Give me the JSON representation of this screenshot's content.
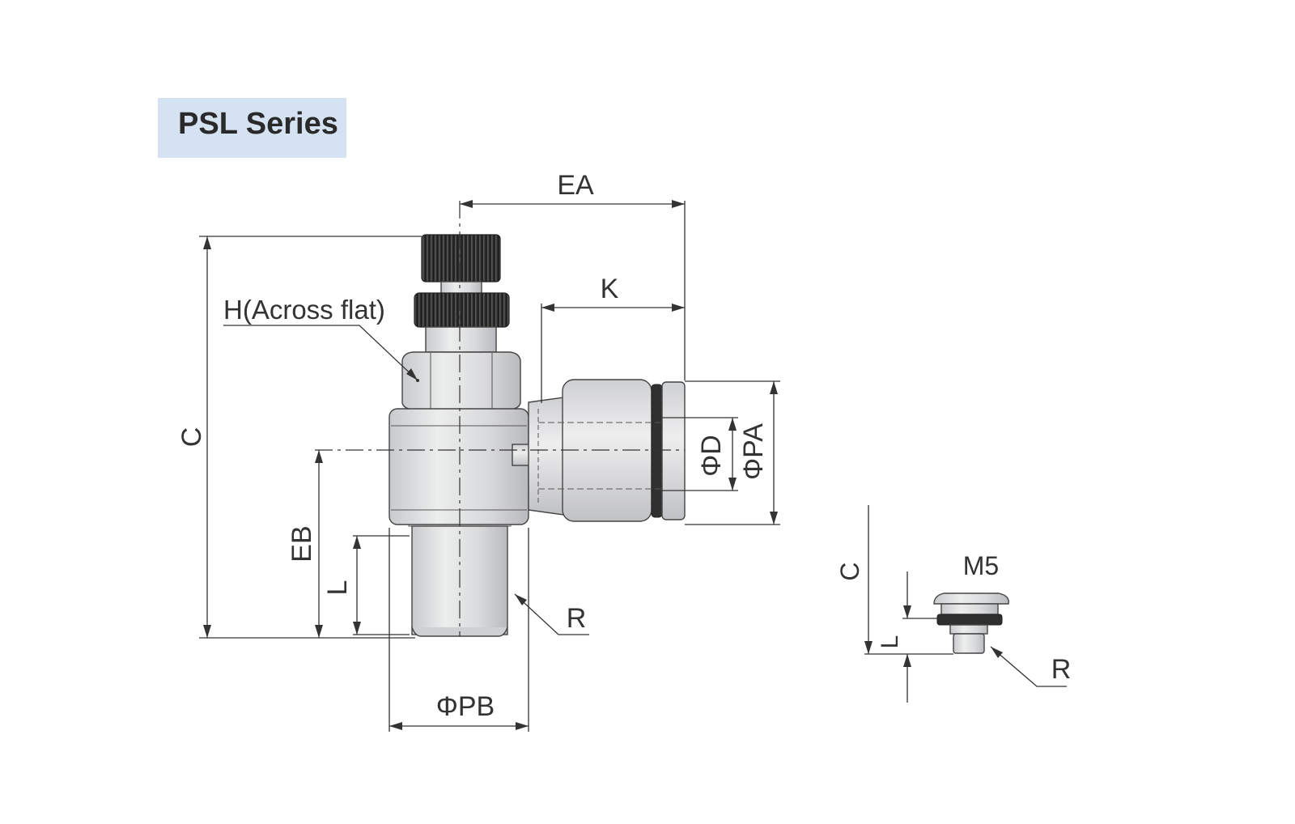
{
  "title": "PSL Series",
  "labels": {
    "ea": "EA",
    "k": "K",
    "h": "H(Across flat)",
    "c": "C",
    "d": "ΦD",
    "pa": "ΦPA",
    "eb": "EB",
    "l": "L",
    "r": "R",
    "pb": "ΦPB",
    "small_c": "C",
    "small_m5": "M5",
    "small_l": "L",
    "small_r": "R"
  },
  "colors": {
    "title_background": "#d5e2f1",
    "body_fill": "#dcdde0",
    "line": "#333333"
  }
}
